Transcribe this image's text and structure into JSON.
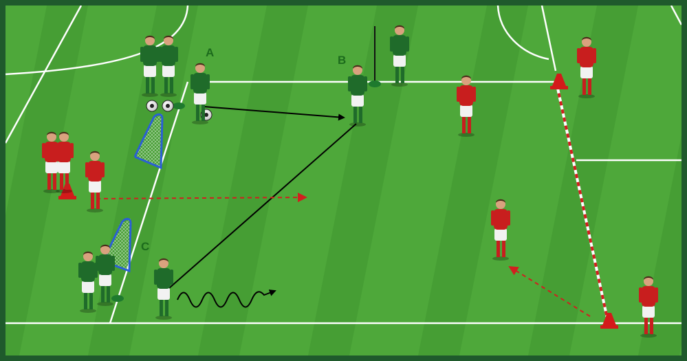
{
  "colors": {
    "frame": "#1f5a2c",
    "grass_light": "#4ea83a",
    "grass_dark": "#3f9530",
    "lines": "#ffffff",
    "home_shirt": "#1f6b2a",
    "away_shirt": "#c81e1e",
    "shorts": "#f2f2f2",
    "label": "#1c6b1c",
    "pass_arrow": "#000000",
    "run_arrow": "#d11f1f",
    "goal_frame": "#2a5fd6",
    "cone_red": "#d31a1a",
    "cone_green": "#1e7a2e"
  },
  "labels": {
    "a": "A",
    "b": "B",
    "c": "C"
  },
  "icons": {
    "player": "player-icon",
    "ball": "ball-icon",
    "cone": "cone-icon",
    "mini_goal": "mini-goal-icon",
    "pole": "pole-icon"
  }
}
